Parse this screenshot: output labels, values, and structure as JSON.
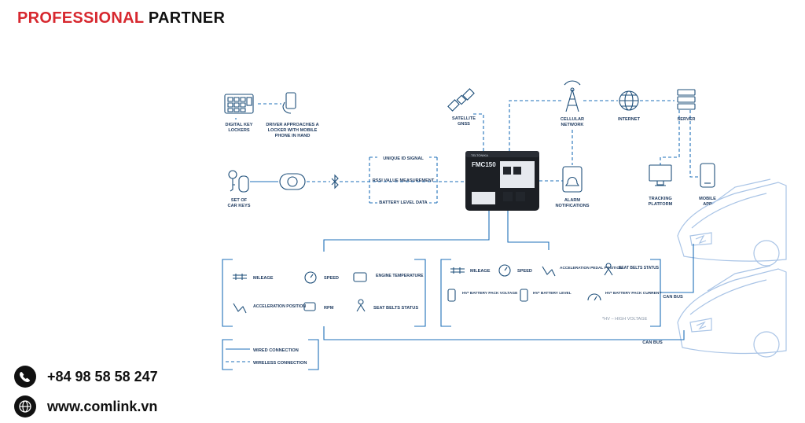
{
  "brand": {
    "part1": "PROFESSIONAL",
    "part2": "PARTNER"
  },
  "contact": {
    "phone": "+84 98 58 58 247",
    "website": "www.comlink.vn"
  },
  "diagram": {
    "nodes": {
      "digital_key_lockers": [
        "DIGITAL KEY",
        "LOCKERS"
      ],
      "driver_approaches": [
        "DRIVER APPROACHES A",
        "LOCKER WITH MOBILE",
        "PHONE IN HAND"
      ],
      "set_of_car_keys": [
        "SET OF",
        "CAR KEYS"
      ],
      "satellite_gnss": [
        "SATELLITE",
        "GNSS"
      ],
      "cellular_network": [
        "CELLULAR",
        "NETWORK"
      ],
      "internet": "INTERNET",
      "server": "SERVER",
      "alarm_notifications": [
        "ALARM",
        "NOTIFICATIONS"
      ],
      "tracking_platform": [
        "TRACKING",
        "PLATFORM"
      ],
      "mobile_app": [
        "MOBILE",
        "APP"
      ],
      "device_model": "FMC150"
    },
    "signals": [
      "UNIQUE ID SIGNAL",
      "RSSI VALUE MEASUREMENT",
      "BATTERY LEVEL DATA"
    ],
    "left_box": [
      "MILEAGE",
      "SPEED",
      "ENGINE TEMPERATURE",
      "ACCELERATION POSITION",
      "RPM",
      "SEAT BELTS STATUS"
    ],
    "right_box": [
      "MILEAGE",
      "SPEED",
      "ACCELERATION PEDAL POSITION",
      "SEAT BELTS STATUS",
      "HV* BATTERY PACK VOLTAGE",
      "HV* BATTERY LEVEL",
      "HV* BATTERY PACK CURRENT"
    ],
    "hv_note": "*HV – HIGH VOLTAGE",
    "can_bus": "CAN BUS",
    "legend": {
      "wired": "WIRED CONNECTION",
      "wireless": "WIRELESS CONNECTION"
    }
  },
  "colors": {
    "brand_red": "#d7282f",
    "line_blue": "#1e6fb8",
    "text_navy": "#1e3a5f"
  },
  "icons": [
    "phone-icon",
    "globe-icon",
    "satellite-icon",
    "cell-tower-icon",
    "globe-icon",
    "server-icon",
    "bell-icon",
    "monitor-icon",
    "smartphone-icon",
    "keys-icon",
    "fob-icon",
    "bluetooth-icon",
    "locker-icon",
    "car-icon"
  ]
}
